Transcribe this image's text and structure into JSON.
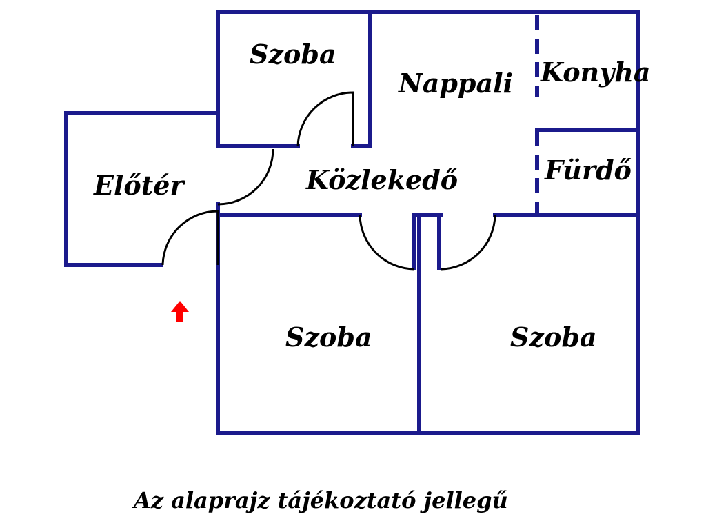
{
  "plan": {
    "rooms": [
      {
        "id": "szoba-top",
        "label": "Szoba"
      },
      {
        "id": "nappali",
        "label": "Nappali"
      },
      {
        "id": "konyha",
        "label": "Konyha"
      },
      {
        "id": "eloter",
        "label": "Előtér"
      },
      {
        "id": "kozlekedo",
        "label": "Közlekedő"
      },
      {
        "id": "furdo",
        "label": "Fürdő"
      },
      {
        "id": "szoba-bottom-left",
        "label": "Szoba"
      },
      {
        "id": "szoba-bottom-right",
        "label": "Szoba"
      }
    ],
    "footnote": "Az alaprajz tájékoztató jellegű",
    "colors": {
      "wall": "#1b1a8c",
      "door": "#000000",
      "entrance_arrow": "#ff0000"
    },
    "icons": {
      "entrance": "arrow-up-icon"
    }
  }
}
